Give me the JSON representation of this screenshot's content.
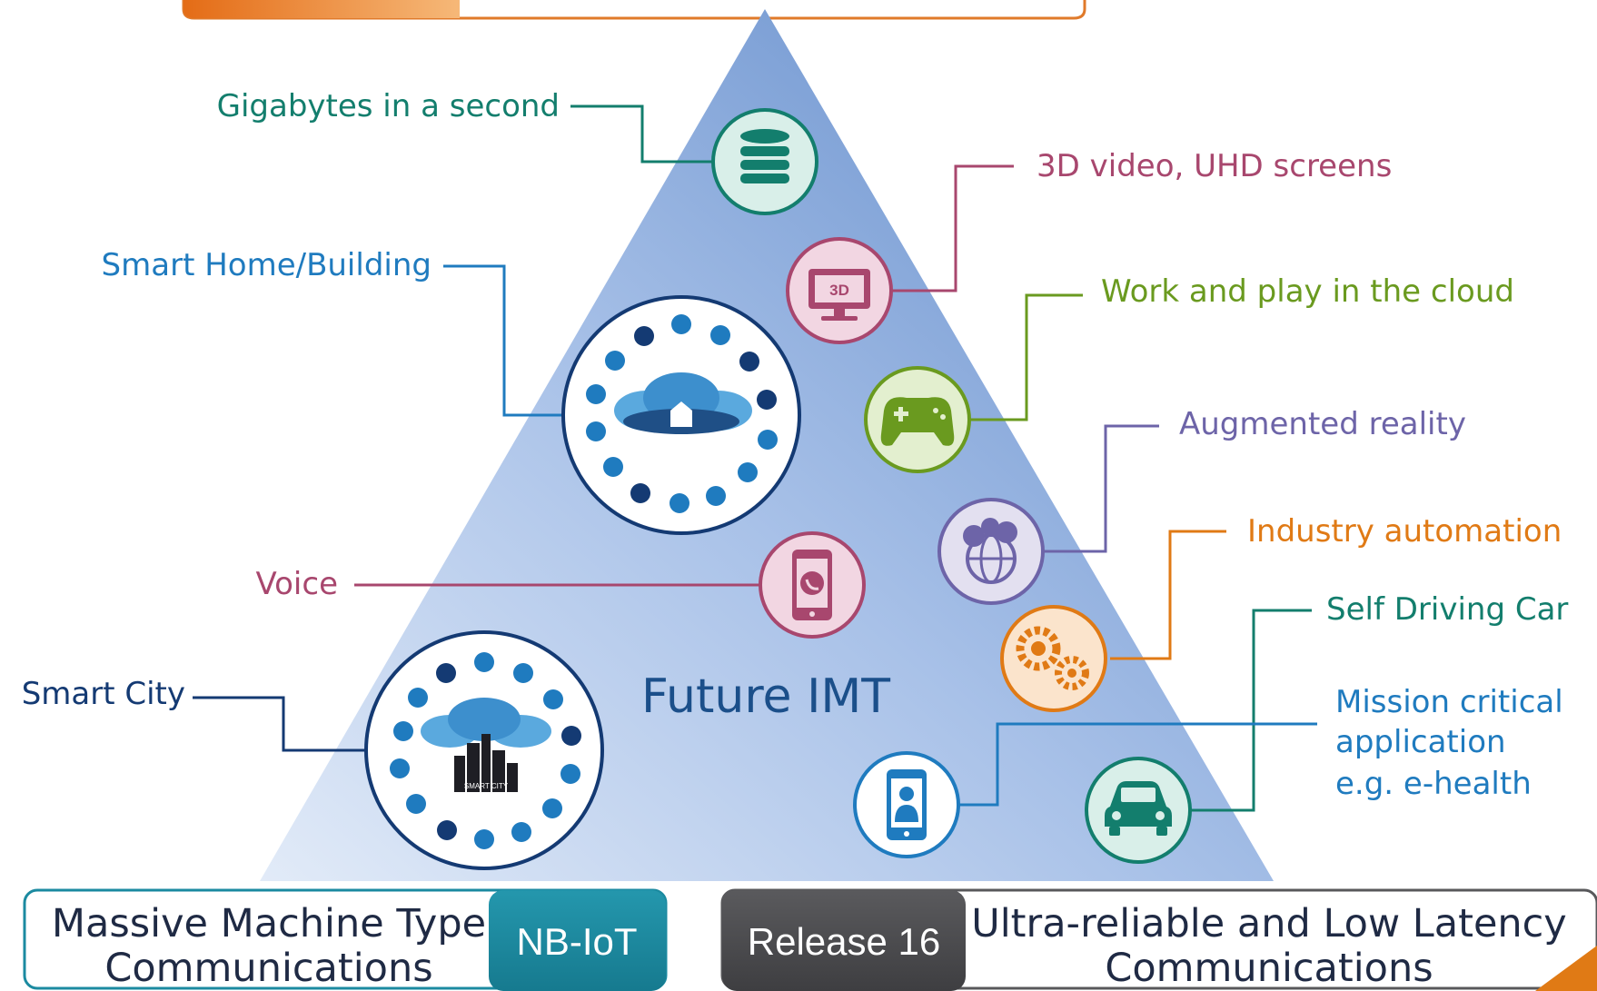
{
  "center_title": "Future IMT",
  "labels": {
    "gigabytes": "Gigabytes in a second",
    "video": "3D video, UHD screens",
    "smart_home": "Smart Home/Building",
    "cloud_play": "Work and play in the cloud",
    "augmented": "Augmented reality",
    "industry": "Industry automation",
    "voice": "Voice",
    "self_driving": "Self Driving Car",
    "smart_city": "Smart City",
    "mission_line1": "Mission critical",
    "mission_line2": "application",
    "mission_line3": "e.g. e-health"
  },
  "icon_text": {
    "three_d": "3D",
    "smart_city_sign": "SMART CITY"
  },
  "bottom": {
    "mmtc_line1": "Massive Machine Type",
    "mmtc_line2": "Communications",
    "nbiot": "NB-IoT",
    "release": "Release 16",
    "urllc_line1": "Ultra-reliable and Low Latency",
    "urllc_line2": "Communications"
  },
  "colors": {
    "teal": "#137e6d",
    "blue": "#1f7bbf",
    "navy": "#143a73",
    "pink": "#a8476e",
    "lime": "#6a9a1f",
    "purple": "#6d64a8",
    "orange": "#e07a15",
    "triangle_dark": "#6e95cf",
    "triangle_light": "#dbe6f6",
    "nbiot_bg": "#1b8aa0",
    "release_bg": "#4f4f52"
  },
  "icons": [
    "database-icon",
    "3d-screen-icon",
    "game-controller-icon",
    "globe-balloons-icon",
    "gears-icon",
    "car-icon",
    "mobile-doctor-icon",
    "phone-call-icon",
    "smart-home-cloud-icon",
    "smart-city-cloud-icon"
  ]
}
